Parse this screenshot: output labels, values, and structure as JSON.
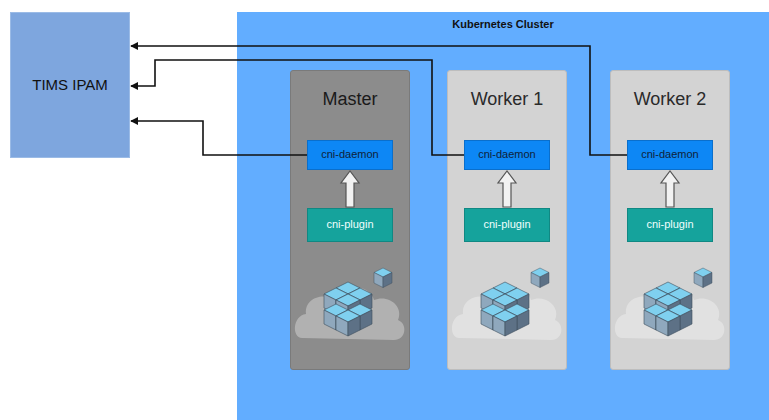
{
  "diagram": {
    "nodes": [
      {
        "text": [
          "TIMS IPAM"
        ]
      },
      {
        "text": [
          "Kubernetes Cluster"
        ]
      },
      {
        "text": [
          "Master"
        ],
        "in": 1
      },
      {
        "text": [
          "cni-daemon"
        ],
        "in": 2
      },
      {
        "text": [
          "cni-plugin"
        ],
        "in": 2
      },
      {
        "text": [
          "Worker 1"
        ],
        "in": 1
      },
      {
        "text": [
          "cni-daemon"
        ],
        "in": 5
      },
      {
        "text": [
          "cni-plugin"
        ],
        "in": 5
      },
      {
        "text": [
          "Worker 2"
        ],
        "in": 1
      },
      {
        "text": [
          "cni-daemon"
        ],
        "in": 8
      },
      {
        "text": [
          "cni-plugin"
        ],
        "in": 8
      }
    ],
    "edges": [
      {
        "from": 4,
        "to": 3,
        "arrow": "to"
      },
      {
        "from": 3,
        "to": 0,
        "arrow": "to"
      },
      {
        "from": 7,
        "to": 6,
        "arrow": "to"
      },
      {
        "from": 6,
        "to": 0,
        "arrow": "to"
      },
      {
        "from": 10,
        "to": 9,
        "arrow": "to"
      },
      {
        "from": 9,
        "to": 0,
        "arrow": "to"
      }
    ]
  }
}
